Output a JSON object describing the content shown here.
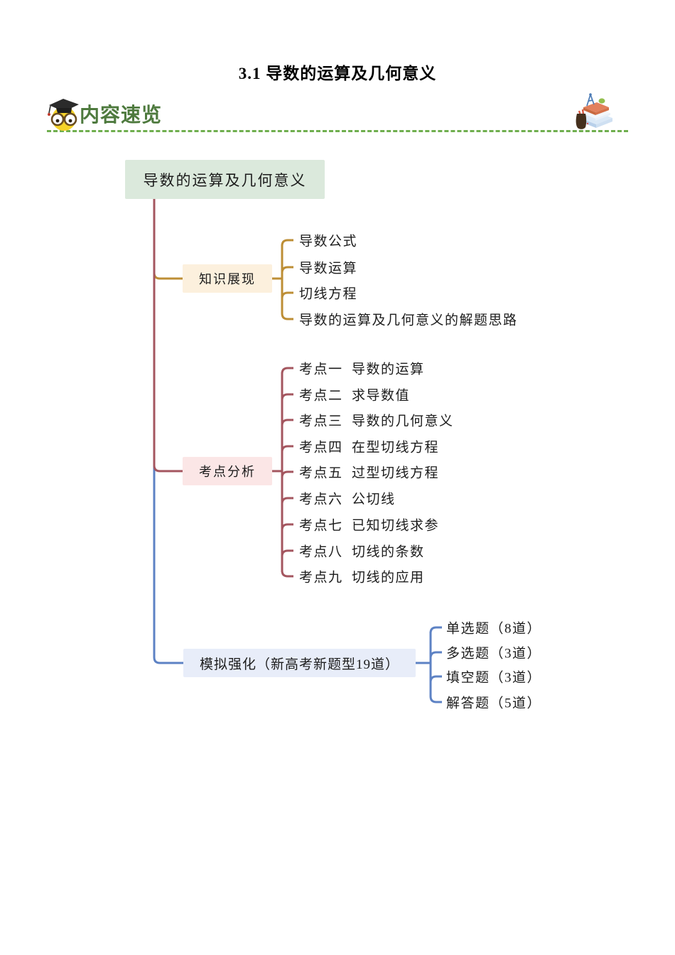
{
  "page": {
    "title": "3.1 导数的运算及几何意义",
    "background": "#ffffff"
  },
  "header": {
    "label": "内容速览",
    "label_color": "#4e7a3e",
    "divider_color": "#6fae4e",
    "left_icon": "owl-graduate-icon",
    "right_icon": "books-stationery-icon"
  },
  "mindmap": {
    "root": {
      "label": "导数的运算及几何意义",
      "bg": "#dbe9dc"
    },
    "branches": [
      {
        "label": "知识展现",
        "line_color": "#bd8e35",
        "bg": "#fcf0dd",
        "children": [
          "导数公式",
          "导数运算",
          "切线方程",
          "导数的运算及几何意义的解题思路"
        ]
      },
      {
        "label": "考点分析",
        "line_color": "#a4565f",
        "bg": "#fbe6e6",
        "children": [
          "考点一  导数的运算",
          "考点二  求导数值",
          "考点三  导数的几何意义",
          "考点四  在型切线方程",
          "考点五  过型切线方程",
          "考点六  公切线",
          "考点七  已知切线求参",
          "考点八  切线的条数",
          "考点九  切线的应用"
        ]
      },
      {
        "label": "模拟强化（新高考新题型19道）",
        "line_color": "#5d82c4",
        "bg": "#e8edf9",
        "children": [
          "单选题（8道）",
          "多选题（3道）",
          "填空题（3道）",
          "解答题（5道）"
        ]
      }
    ]
  }
}
